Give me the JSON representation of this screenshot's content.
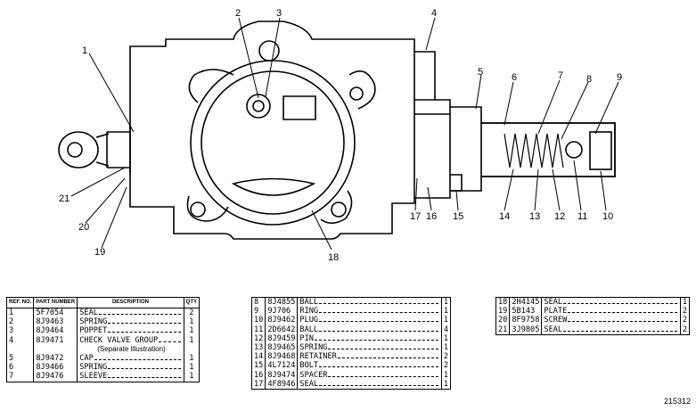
{
  "callouts": [
    "1",
    "2",
    "3",
    "4",
    "5",
    "6",
    "7",
    "8",
    "9",
    "10",
    "11",
    "12",
    "13",
    "14",
    "15",
    "16",
    "17",
    "18",
    "19",
    "20",
    "21"
  ],
  "table_headers": {
    "ref_no": "REF. NO.",
    "part_number": "PART NUMBER",
    "description": "DESCRIPTION",
    "qty": "QTY"
  },
  "table1": [
    {
      "ref": "1",
      "pn": "5F7054",
      "desc": "SEAL",
      "qty": "2"
    },
    {
      "ref": "2",
      "pn": "8J9463",
      "desc": "SPRING",
      "qty": "1"
    },
    {
      "ref": "3",
      "pn": "8J9464",
      "desc": "POPPET",
      "qty": "1"
    },
    {
      "ref": "4",
      "pn": "8J9471",
      "desc": "CHECK VALVE GROUP",
      "qty": "1",
      "note": "(Separate Illustration)"
    },
    {
      "ref": "5",
      "pn": "8J9472",
      "desc": "CAP",
      "qty": "1"
    },
    {
      "ref": "6",
      "pn": "8J9466",
      "desc": "SPRING",
      "qty": "1"
    },
    {
      "ref": "7",
      "pn": "8J9476",
      "desc": "SLEEVE",
      "qty": "1"
    }
  ],
  "table2": [
    {
      "ref": "8",
      "pn": "8J4855",
      "desc": "BALL",
      "qty": "1"
    },
    {
      "ref": "9",
      "pn": "9J706",
      "desc": "RING",
      "qty": "1"
    },
    {
      "ref": "10",
      "pn": "8J9462",
      "desc": "PLUG",
      "qty": "1"
    },
    {
      "ref": "11",
      "pn": "2D6642",
      "desc": "BALL",
      "qty": "4"
    },
    {
      "ref": "12",
      "pn": "8J9459",
      "desc": "PIN",
      "qty": "1"
    },
    {
      "ref": "13",
      "pn": "8J9465",
      "desc": "SPRING",
      "qty": "1"
    },
    {
      "ref": "14",
      "pn": "8J9468",
      "desc": "RETAINER",
      "qty": "2"
    },
    {
      "ref": "15",
      "pn": "4L7124",
      "desc": "BOLT",
      "qty": "2"
    },
    {
      "ref": "16",
      "pn": "8J9474",
      "desc": "SPACER",
      "qty": "1"
    },
    {
      "ref": "17",
      "pn": "4F8946",
      "desc": "SEAL",
      "qty": "1"
    }
  ],
  "table3": [
    {
      "ref": "18",
      "pn": "2H4145",
      "desc": "SEAL",
      "qty": "1"
    },
    {
      "ref": "19",
      "pn": "5B143",
      "desc": "PLATE",
      "qty": "2"
    },
    {
      "ref": "20",
      "pn": "8F9758",
      "desc": "SCREW",
      "qty": "2"
    },
    {
      "ref": "21",
      "pn": "3J9805",
      "desc": "SEAL",
      "qty": "2"
    }
  ],
  "illustration_number": "215312"
}
